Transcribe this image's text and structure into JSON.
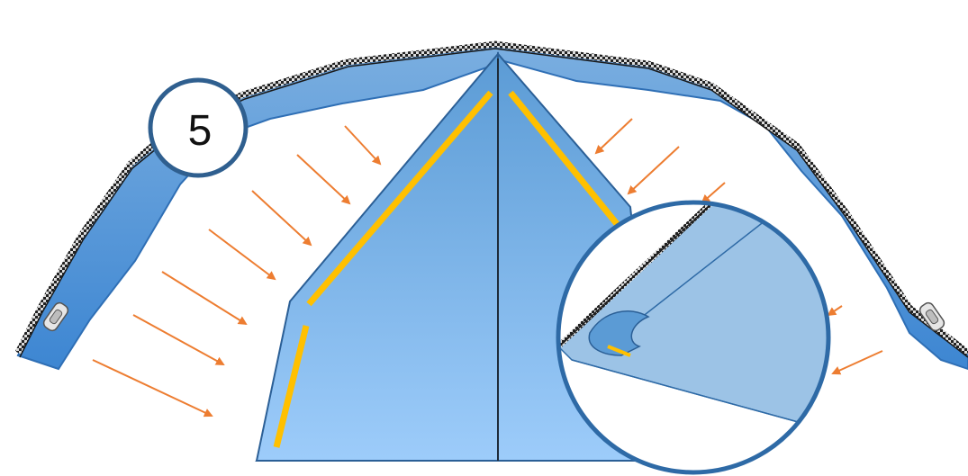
{
  "step": {
    "number": "5"
  },
  "colors": {
    "band_top": "#7aaee0",
    "band_bottom": "#3d86d2",
    "band_stroke": "#2f6fb5",
    "panel_top": "#5b9bd5",
    "panel_bottom": "#9dccfa",
    "panel_stroke": "#2b5f96",
    "seam_line": "#1a1a1a",
    "stitch": "#ffc000",
    "arrow": "#ed7d31",
    "zipper_dark": "#222222",
    "zipper_light": "#dcdcdc",
    "circle_stroke": "#2e6aa6",
    "zoom_fill": "#9cc3e6"
  },
  "icons": [
    "zipper-pull-icon-left",
    "zipper-pull-icon-right"
  ]
}
